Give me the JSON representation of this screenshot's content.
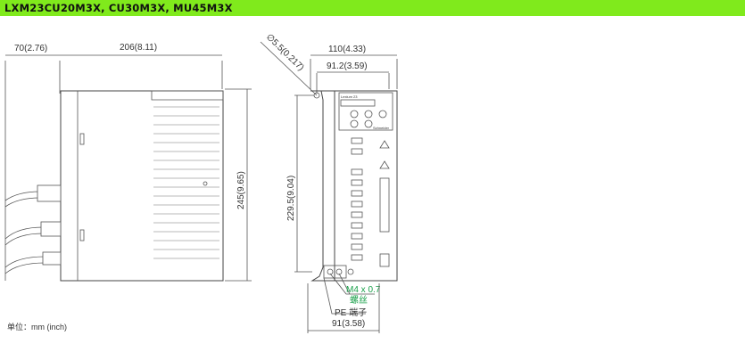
{
  "header": {
    "title": "LXM23CU20M3X, CU30M3X, MU45M3X",
    "color": "#80ea1c"
  },
  "side_view": {
    "dim_depth_ext": "70(2.76)",
    "dim_depth": "206(8.11)",
    "dim_height": "245(9.65)"
  },
  "front_view": {
    "dim_hole": "∅5.5(0.217)",
    "dim_width": "110(4.33)",
    "dim_hole_pitch": "91.2(3.59)",
    "dim_hole_vertical": "229.5(9.04)",
    "dim_bottom": "91(3.58)",
    "screw_label": "M4 x 0.7",
    "screw_label_cn": "螺丝",
    "pe_label": "PE 端子",
    "panel_brand": "Lexium 23",
    "panel_logo": "Schneider"
  },
  "unit_note": "单位：mm (inch)"
}
